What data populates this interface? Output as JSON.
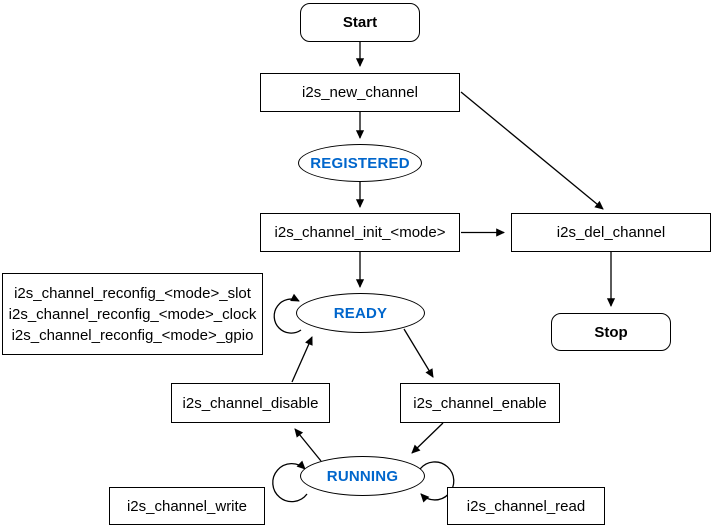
{
  "colors": {
    "state_label": "#0066CC",
    "stroke": "#000000",
    "background": "#FFFFFF"
  },
  "nodes": {
    "start": {
      "label": "Start"
    },
    "new_channel": {
      "label": "i2s_new_channel"
    },
    "registered": {
      "label": "REGISTERED"
    },
    "init": {
      "label": "i2s_channel_init_<mode>"
    },
    "del_channel": {
      "label": "i2s_del_channel"
    },
    "stop": {
      "label": "Stop"
    },
    "reconfig": {
      "lines": [
        "i2s_channel_reconfig_<mode>_slot",
        "i2s_channel_reconfig_<mode>_clock",
        "i2s_channel_reconfig_<mode>_gpio"
      ]
    },
    "ready": {
      "label": "READY"
    },
    "disable": {
      "label": "i2s_channel_disable"
    },
    "enable": {
      "label": "i2s_channel_enable"
    },
    "running": {
      "label": "RUNNING"
    },
    "write": {
      "label": "i2s_channel_write"
    },
    "read": {
      "label": "i2s_channel_read"
    }
  },
  "edges": [
    {
      "from": "Start",
      "to": "i2s_new_channel"
    },
    {
      "from": "i2s_new_channel",
      "to": "REGISTERED"
    },
    {
      "from": "i2s_new_channel",
      "to": "i2s_del_channel"
    },
    {
      "from": "REGISTERED",
      "to": "i2s_channel_init_<mode>"
    },
    {
      "from": "i2s_channel_init_<mode>",
      "to": "READY"
    },
    {
      "from": "i2s_channel_init_<mode>",
      "to": "i2s_del_channel"
    },
    {
      "from": "i2s_del_channel",
      "to": "Stop"
    },
    {
      "from": "i2s_channel_disable",
      "to": "READY"
    },
    {
      "from": "READY",
      "to": "i2s_channel_enable"
    },
    {
      "from": "i2s_channel_enable",
      "to": "RUNNING"
    },
    {
      "from": "RUNNING",
      "to": "i2s_channel_disable"
    },
    {
      "from": "READY",
      "to": "READY",
      "note": "self-loop (reconfig calls)"
    },
    {
      "from": "RUNNING",
      "to": "RUNNING",
      "note": "self-loop left (write)"
    },
    {
      "from": "RUNNING",
      "to": "RUNNING",
      "note": "self-loop right (read)"
    }
  ]
}
